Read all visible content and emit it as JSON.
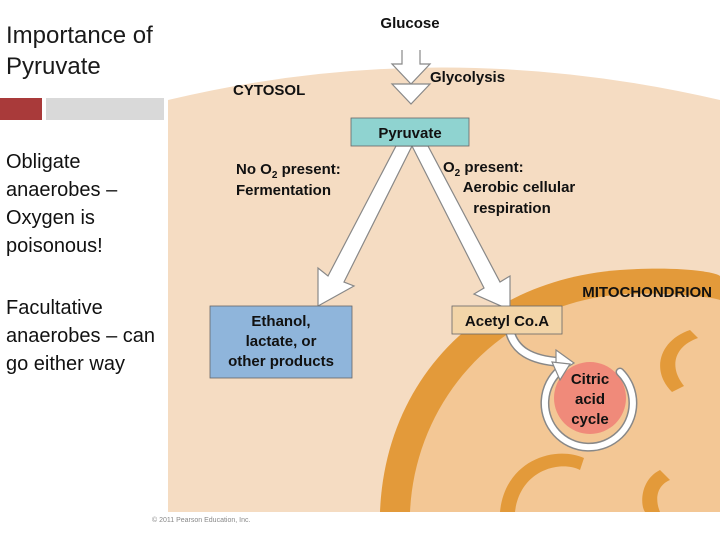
{
  "slide": {
    "title": "Importance of Pyruvate",
    "bullets": [
      "Obligate anaerobes – Oxygen is poisonous!",
      "Facultative anaerobes – can go either way"
    ],
    "accent_colors": [
      "#a93a3a",
      "#d9d9d9"
    ]
  },
  "diagram": {
    "glucose": "Glucose",
    "glycolysis": "Glycolysis",
    "cytosol": "CYTOSOL",
    "pyruvate": "Pyruvate",
    "no_o2": {
      "line1_prefix": "No O",
      "sub": "2",
      "line1_suffix": " present:",
      "line2": "Fermentation"
    },
    "o2": {
      "line1_prefix": "O",
      "sub": "2",
      "line1_suffix": " present:",
      "line2": "Aerobic cellular",
      "line3": "respiration"
    },
    "mitochondrion": "MITOCHONDRION",
    "acetyl_coa": "Acetyl Co.A",
    "ferment_products": [
      "Ethanol,",
      "lactate, or",
      "other products"
    ],
    "citric_cycle": [
      "Citric",
      "acid",
      "cycle"
    ],
    "copyright": "© 2011 Pearson Education, Inc.",
    "colors": {
      "cytosol": "#f5dcc2",
      "mito_outer": "#e39a3a",
      "mito_inner": "#f3c795",
      "pyruvate_box": "#8fd3d0",
      "fermentation_box": "#8fb5db",
      "acetyl_box": "#f3d5a8",
      "citric": "#f08a7a"
    }
  }
}
